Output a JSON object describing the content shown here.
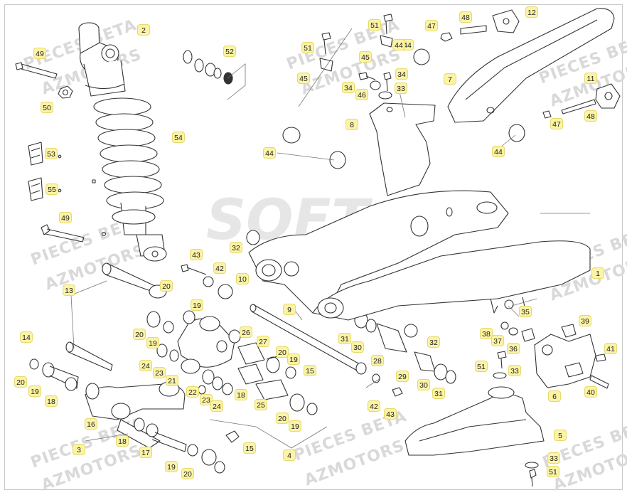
{
  "watermarks": [
    "PIECES BETA",
    "AZMOTORS"
  ],
  "background_logo": "SOFT",
  "colors": {
    "callout_fill": "#fbf3a6",
    "callout_border": "#e8d96a",
    "line": "#7a7a7a"
  },
  "callouts": [
    "2",
    "49",
    "52",
    "50",
    "53",
    "55",
    "54",
    "49",
    "43",
    "42",
    "10",
    "32",
    "13",
    "20",
    "19",
    "20",
    "19",
    "24",
    "23",
    "21",
    "22",
    "23",
    "24",
    "26",
    "27",
    "20",
    "19",
    "15",
    "18",
    "25",
    "20",
    "19",
    "14",
    "20",
    "19",
    "18",
    "16",
    "3",
    "18",
    "17",
    "19",
    "20",
    "15",
    "4",
    "9",
    "31",
    "30",
    "28",
    "32",
    "29",
    "30",
    "31",
    "42",
    "43",
    "51",
    "45",
    "44",
    "51",
    "45",
    "34",
    "46",
    "34",
    "33",
    "47",
    "48",
    "12",
    "7",
    "8",
    "44",
    "44",
    "11",
    "48",
    "47",
    "44",
    "1",
    "35",
    "38",
    "37",
    "36",
    "39",
    "51",
    "33",
    "41",
    "6",
    "40",
    "5",
    "33",
    "51"
  ]
}
